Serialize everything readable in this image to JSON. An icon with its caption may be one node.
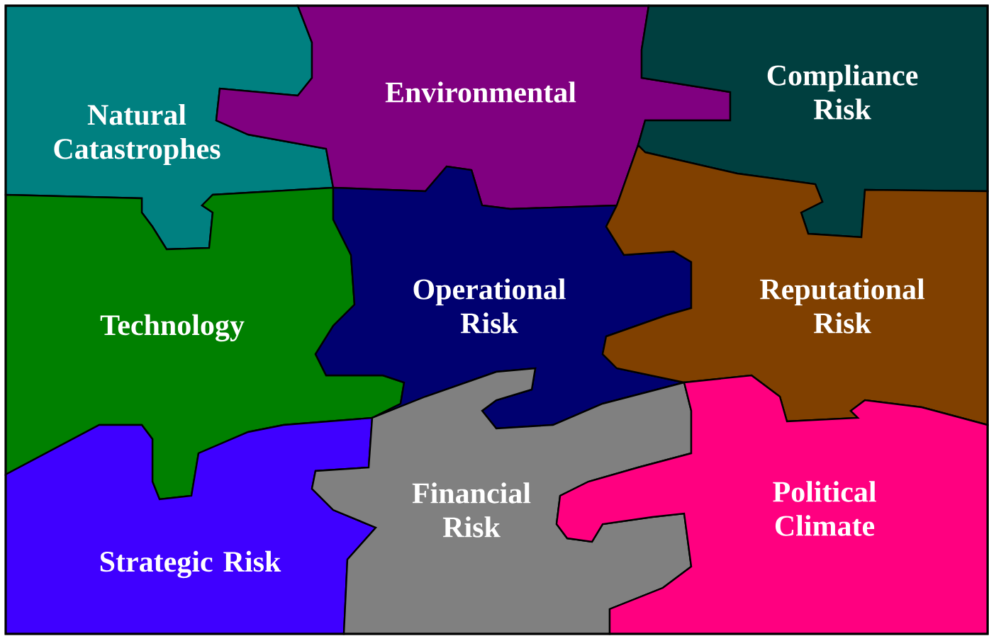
{
  "diagram": {
    "nodes": [
      {
        "text": [
          "Natural Catastrophes"
        ]
      },
      {
        "text": [
          "Environmental"
        ]
      },
      {
        "text": [
          "Compliance Risk"
        ]
      },
      {
        "text": [
          "Technology"
        ]
      },
      {
        "text": [
          "Operational Risk"
        ]
      },
      {
        "text": [
          "Reputational Risk"
        ]
      },
      {
        "text": [
          "Strategic Risk"
        ]
      },
      {
        "text": [
          "Financial Risk"
        ]
      },
      {
        "text": [
          "Political Climate"
        ]
      }
    ]
  }
}
